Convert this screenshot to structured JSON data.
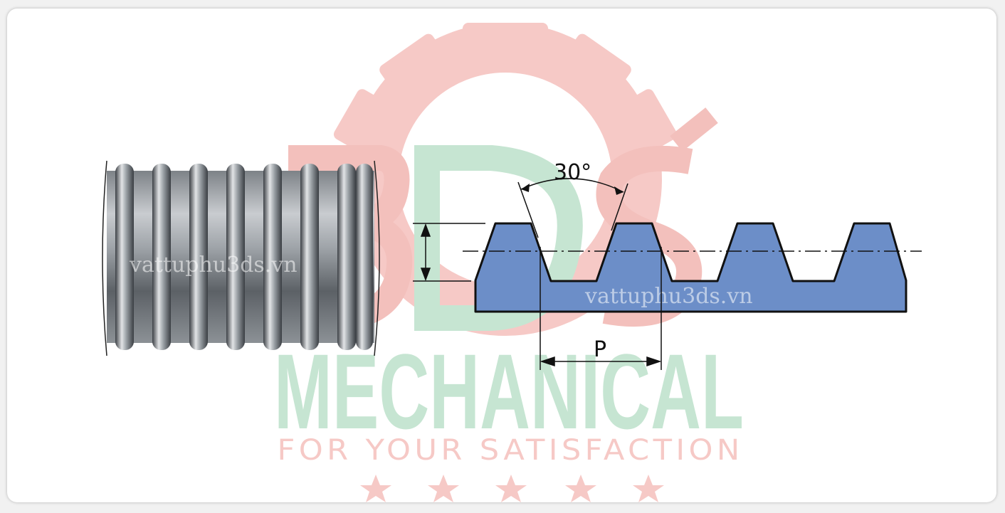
{
  "watermark": {
    "logo_text": "3DS",
    "brand": "MECHANICAL",
    "tagline": "FOR YOUR SATISFACTION",
    "site_photo": "vattuphu3ds.vn",
    "site_profile": "vattuphu3ds.vn",
    "star_count": 5,
    "colors": {
      "red": "#f6c9c6",
      "green": "#c6e5d2"
    }
  },
  "diagram": {
    "angle_label": "30°",
    "pitch_label": "P",
    "profile_color": "#6c8ec8"
  }
}
